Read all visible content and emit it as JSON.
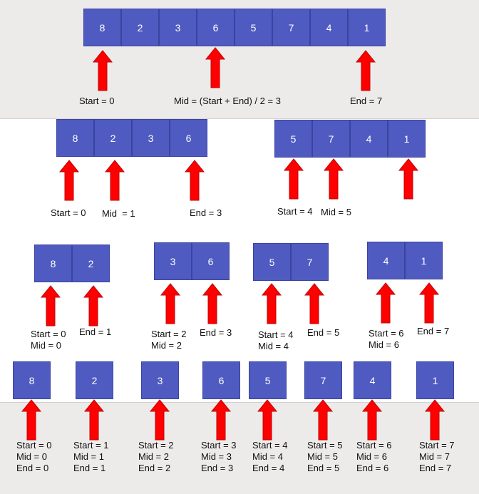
{
  "level0": {
    "cells": [
      "8",
      "2",
      "3",
      "6",
      "5",
      "7",
      "4",
      "1"
    ],
    "start_label": "Start = 0",
    "mid_label": "Mid = (Start + End) / 2 = 3",
    "end_label": "End = 7"
  },
  "level1": {
    "left_cells": [
      "8",
      "2",
      "3",
      "6"
    ],
    "right_cells": [
      "5",
      "7",
      "4",
      "1"
    ],
    "left_start": "Start = 0",
    "left_mid": "Mid  = 1",
    "left_end": "End = 3",
    "right_start": "Start = 4",
    "right_mid": "Mid = 5"
  },
  "level2": {
    "groups": [
      {
        "cells": [
          "8",
          "2"
        ],
        "start": "Start = 0",
        "mid": "Mid = 0",
        "end": "End = 1"
      },
      {
        "cells": [
          "3",
          "6"
        ],
        "start": "Start = 2",
        "mid": "Mid = 2",
        "end": "End = 3"
      },
      {
        "cells": [
          "5",
          "7"
        ],
        "start": "Start = 4",
        "mid": "Mid = 4",
        "end": "End = 5"
      },
      {
        "cells": [
          "4",
          "1"
        ],
        "start": "Start = 6",
        "mid": "Mid = 6",
        "end": "End = 7"
      }
    ]
  },
  "level3": {
    "items": [
      {
        "value": "8",
        "start": "Start = 0",
        "mid": "Mid = 0",
        "end": "End = 0"
      },
      {
        "value": "2",
        "start": "Start = 1",
        "mid": "Mid = 1",
        "end": "End = 1"
      },
      {
        "value": "3",
        "start": "Start = 2",
        "mid": "Mid = 2",
        "end": "End = 2"
      },
      {
        "value": "6",
        "start": "Start = 3",
        "mid": "Mid = 3",
        "end": "End = 3"
      },
      {
        "value": "5",
        "start": "Start = 4",
        "mid": "Mid = 4",
        "end": "End = 4"
      },
      {
        "value": "7",
        "start": "Start = 5",
        "mid": "Mid = 5",
        "end": "End = 5"
      },
      {
        "value": "4",
        "start": "Start = 6",
        "mid": "Mid = 6",
        "end": "End = 6"
      },
      {
        "value": "1",
        "start": "Start = 7",
        "mid": "Mid = 7",
        "end": "End = 7"
      }
    ]
  },
  "colors": {
    "cell_fill": "#4f5bc0",
    "arrow_fill": "#ff0000",
    "band_background": "#edebea"
  },
  "icons": {
    "pointer": "red-up-arrow-icon"
  }
}
